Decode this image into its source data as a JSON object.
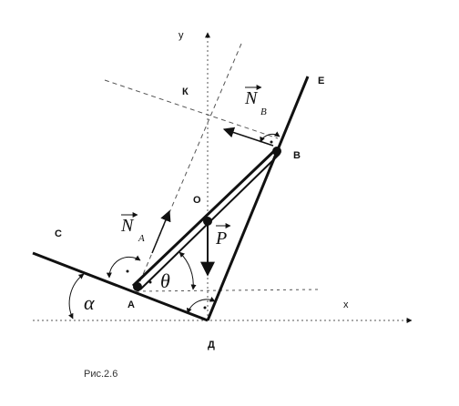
{
  "labels": {
    "y_axis": "y",
    "x_axis": "x",
    "point_K": "К",
    "point_E": "Е",
    "point_B": "В",
    "point_O": "О",
    "point_C": "С",
    "point_A": "А",
    "point_D": "Д",
    "force_NB": "N",
    "force_NB_sub": "B",
    "force_NA": "N",
    "force_NA_sub": "A",
    "force_P": "P",
    "angle_theta": "θ",
    "angle_alpha": "α"
  },
  "caption": "Рис.2.6",
  "colors": {
    "ink": "#111111",
    "dashed": "#555555"
  }
}
